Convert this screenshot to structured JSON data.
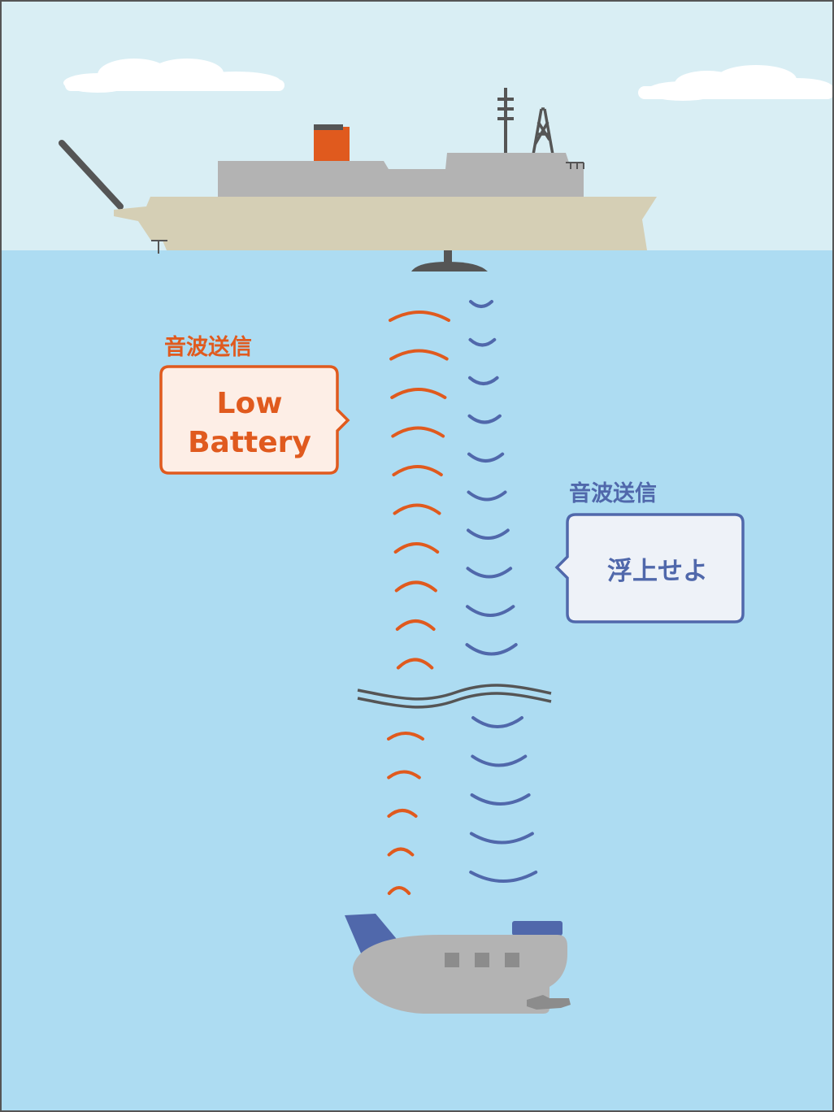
{
  "colors": {
    "sky": "#d9eef4",
    "sea": "#addcf2",
    "hull": "#d5cfb5",
    "superstructure": "#b3b3b3",
    "funnel": "#e05a1e",
    "orange": "#e05a1e",
    "blue": "#5068ab",
    "robot_body": "#b3b3b3",
    "robot_fin": "#5068ab"
  },
  "labels": {
    "left_label": "音波送信",
    "left_bubble_line1": "Low",
    "left_bubble_line2": "Battery",
    "right_label": "音波送信",
    "right_bubble": "浮上せよ"
  },
  "signals": {
    "orange_wave_count_upper": 10,
    "orange_wave_count_lower": 5,
    "blue_wave_count_upper": 10,
    "blue_wave_count_lower": 5
  }
}
